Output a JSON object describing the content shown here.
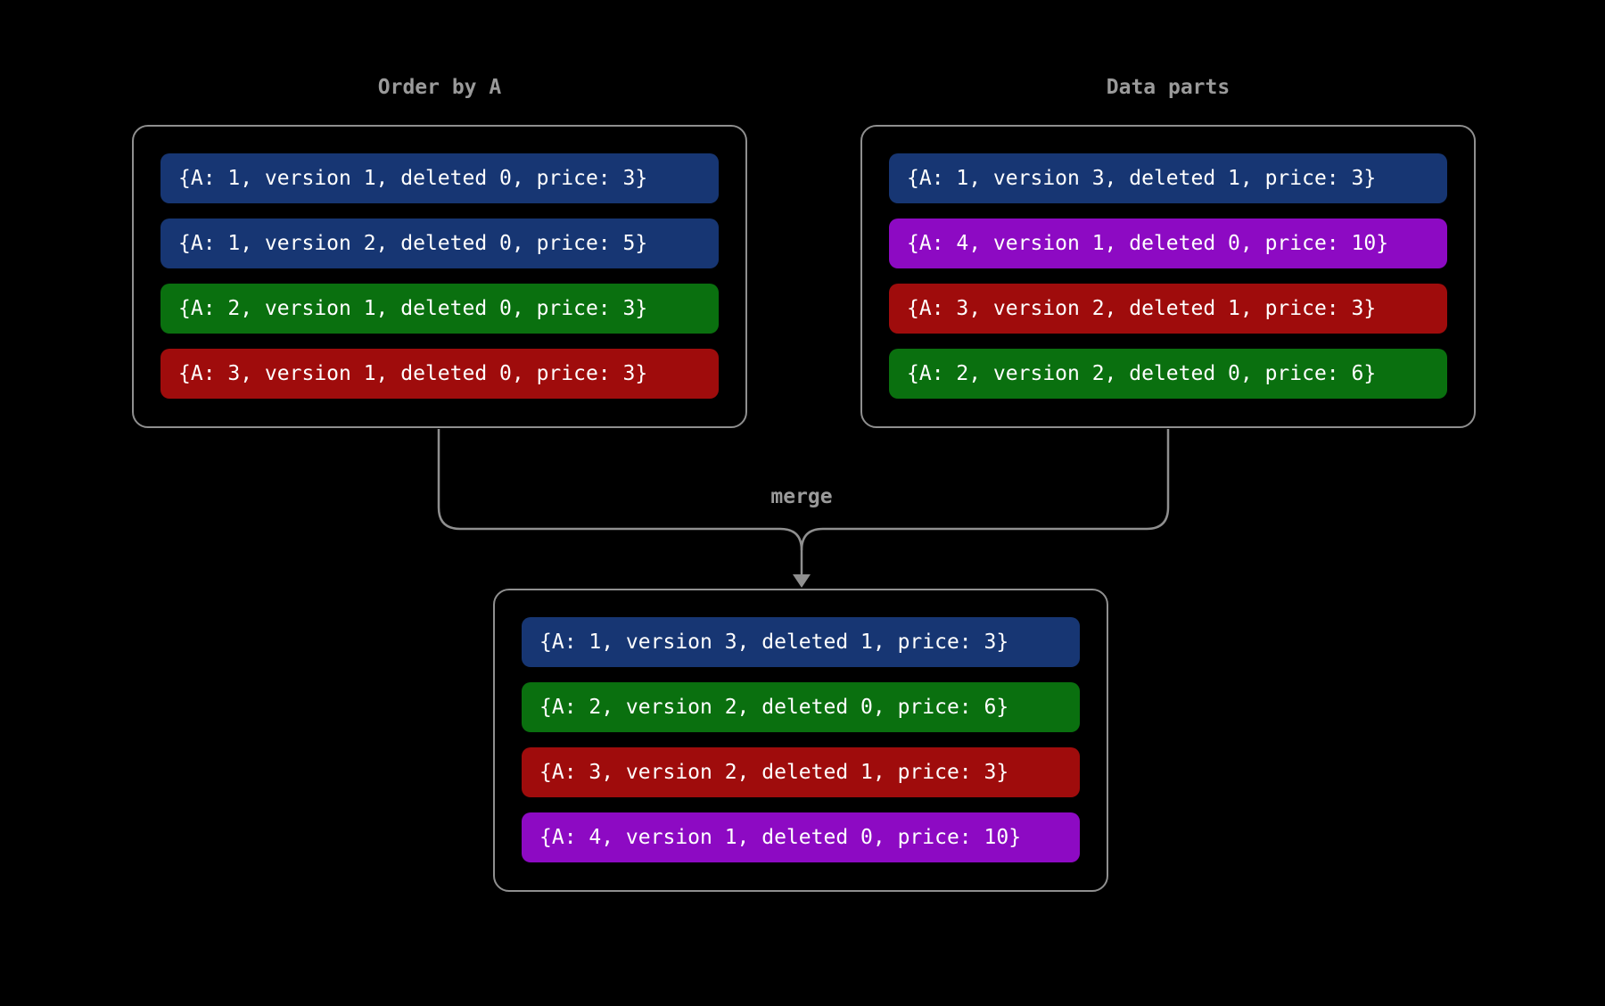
{
  "style": {
    "background": "#000000",
    "line_color": "#8f8f8f",
    "title_color": "#9a9a9a",
    "row_text_color": "#ffffff"
  },
  "colors": {
    "blue": "#173673",
    "green": "#0a700f",
    "red": "#9f0c0c",
    "purple": "#8d0ac3"
  },
  "labels": {
    "merge": "merge"
  },
  "groups": [
    {
      "title": "Order by A",
      "rows": [
        {
          "color": "blue",
          "text": "{A: 1, version 1, deleted 0, price: 3}"
        },
        {
          "color": "blue",
          "text": "{A: 1, version 2, deleted 0, price: 5}"
        },
        {
          "color": "green",
          "text": "{A: 2, version 1, deleted 0, price: 3}"
        },
        {
          "color": "red",
          "text": "{A: 3, version 1, deleted 0, price: 3}"
        }
      ]
    },
    {
      "title": "Data parts",
      "rows": [
        {
          "color": "blue",
          "text": "{A: 1, version 3, deleted 1, price: 3}"
        },
        {
          "color": "purple",
          "text": "{A: 4, version 1, deleted 0, price: 10}"
        },
        {
          "color": "red",
          "text": "{A: 3, version 2, deleted 1, price: 3}"
        },
        {
          "color": "green",
          "text": "{A: 2, version 2, deleted 0, price: 6}"
        }
      ]
    },
    {
      "title": "",
      "rows": [
        {
          "color": "blue",
          "text": "{A: 1, version 3, deleted 1, price: 3}"
        },
        {
          "color": "green",
          "text": "{A: 2, version 2, deleted 0, price: 6}"
        },
        {
          "color": "red",
          "text": "{A: 3, version 2, deleted 1, price: 3}"
        },
        {
          "color": "purple",
          "text": "{A: 4, version 1, deleted 0, price: 10}"
        }
      ]
    }
  ]
}
